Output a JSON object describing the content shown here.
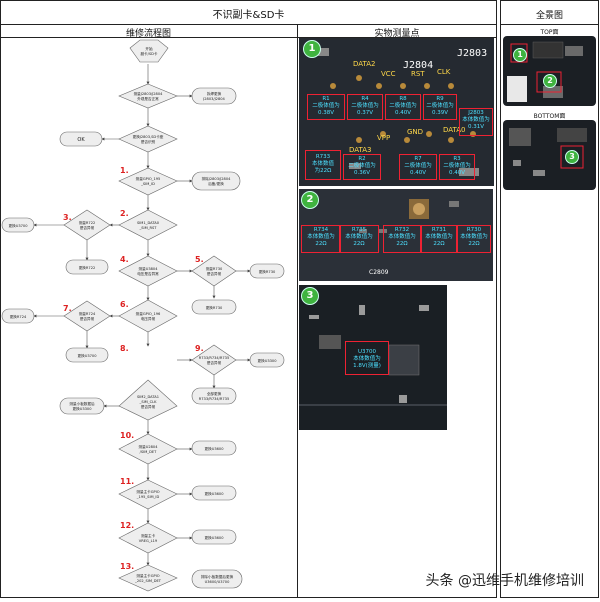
{
  "title": "不识副卡&SD卡",
  "sections": {
    "flow": "维修流程图",
    "measure": "实物测量点",
    "overview": "全景图"
  },
  "overview": {
    "top_label": "TOP面",
    "bottom_label": "BOTTOM面"
  },
  "flow": {
    "start": "开始\n副卡/SD卡",
    "q1": "测量J2803/J2804\n外观是否正常",
    "a1": "拆焊更换\nJ2803/J2804",
    "q2": "更换J2803,SD卡座\n是否识别",
    "ok": "OK",
    "q3": "测量GPIO_195\n_SIM_ID\n(主卡识别)",
    "a3": "排除J2803/J2804\n后备/更换",
    "q3b": "测量\nSIM1_DATA0_SIM_RST\n脚位波形",
    "a3b": "更换U3700",
    "q4": "测量R722\n是否异常",
    "a4": "更换R722",
    "q5": "测量\nU3804电压\n是否异常",
    "a5": "测量R730\n电压是否异常",
    "a5r": "更换R730",
    "q6": "测量\nGPIO_196\n电压异常",
    "q7": "测量R724\n是否异常",
    "a7": "更换R724",
    "a7b": "更换U3700",
    "q8": "测量\nSIM2_DATA1\n_SIM_CLK\n是否异常",
    "a8": "更换U3700",
    "q9": "测量\nR733/R734/R735\n是否异常",
    "a9": "更换R733/R734/R735",
    "q10": "测量U2804\n/SIM_DET\n电压是否异常",
    "a10": "测量小板数据后更换\nU3300",
    "q11": "测量主卡\nGPIO_195\n_SIM_ID",
    "a11": "更换U3600",
    "q12": "测量主卡\nVREG_L19\n是否异常",
    "a12": "更换U3600",
    "q13": "测量主卡\nGPIO_202\n_SIM_DET",
    "a13": "排除小板数据后更换\nU3600/U3700",
    "end": "继续更换\nU3600/U3800/U3900",
    "nums": [
      "1.",
      "2.",
      "3.",
      "4.",
      "5.",
      "6.",
      "7.",
      "8.",
      "9.",
      "10.",
      "11.",
      "12.",
      "13."
    ]
  },
  "measure": {
    "b1": "1",
    "b2": "2",
    "b3": "3",
    "j2803": "J2803",
    "j2804": "J2804",
    "pins": [
      "DATA2",
      "VCC",
      "RST",
      "CLK",
      "GND",
      "VPP",
      "DATA3",
      "DATA0"
    ],
    "v1": [
      "R1\n二极体值为\n0.38V",
      "R4\n二极体值为\n0.37V",
      "R8\n二极体值为\n0.40V",
      "R9\n二极体值为\n0.39V",
      "J2803\n本体数值为\n0.31V"
    ],
    "v2": [
      "R733\n本体数值\n为22Ω",
      "R2\n二极体值为\n0.36V",
      "R7\n二极体值为\n0.40V",
      "R3\n二极体值为\n0.40V"
    ],
    "r2": [
      "R734\n本体数值为\n22Ω",
      "R735\n本体数值为\n22Ω",
      "R732\n本体数值为\n22Ω",
      "R731\n本体数值为\n22Ω",
      "R730\n本体数值为\n22Ω"
    ],
    "c2809": "C2809",
    "sdram": "U3700\n本体数值为\n1.8V(测量)"
  },
  "watermark": "头条 @迅维手机维修培训"
}
